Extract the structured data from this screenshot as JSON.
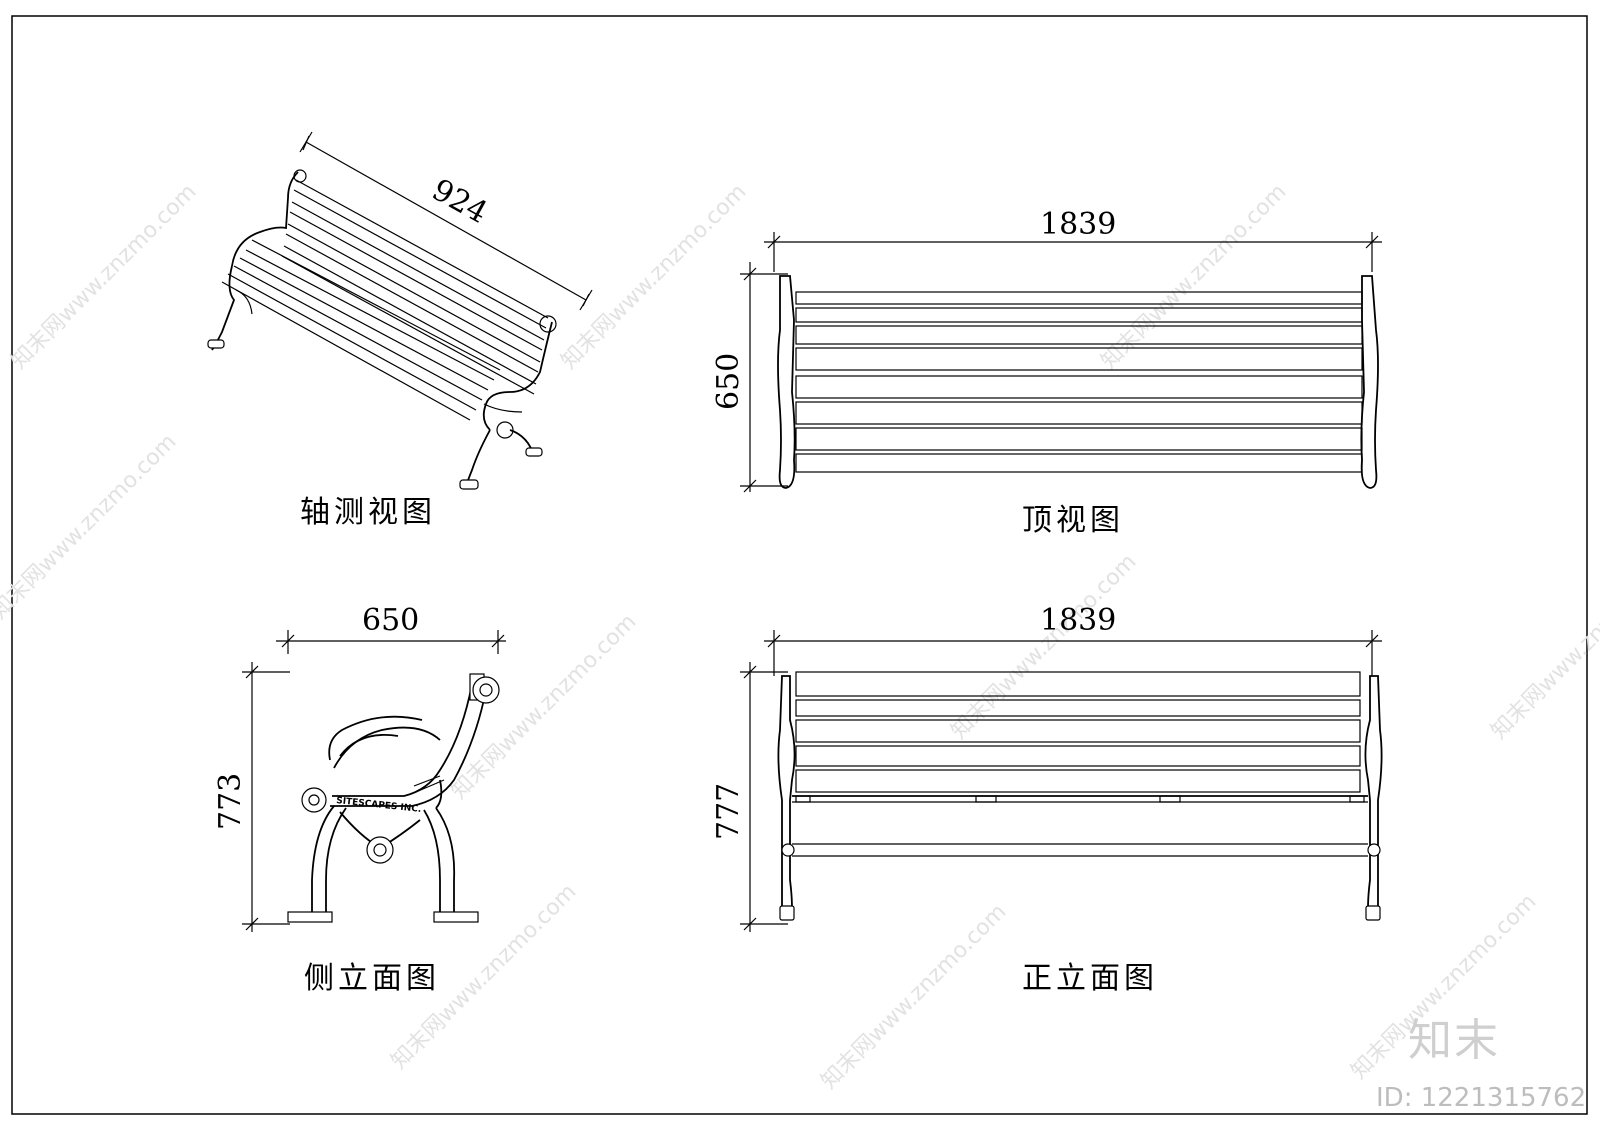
{
  "views": {
    "axonometric": {
      "caption": "轴测视图",
      "dimension": "924"
    },
    "top": {
      "caption": "顶视图",
      "width": "1839",
      "depth": "650"
    },
    "side": {
      "caption": "侧立面图",
      "width": "650",
      "height": "773",
      "brand_plate": "SITESCAPES INC."
    },
    "front": {
      "caption": "正立面图",
      "width": "1839",
      "height": "777"
    }
  },
  "watermark": {
    "text": "知末网www.znzmo.com",
    "brand": "知末",
    "id_text": "ID: 1221315762"
  }
}
